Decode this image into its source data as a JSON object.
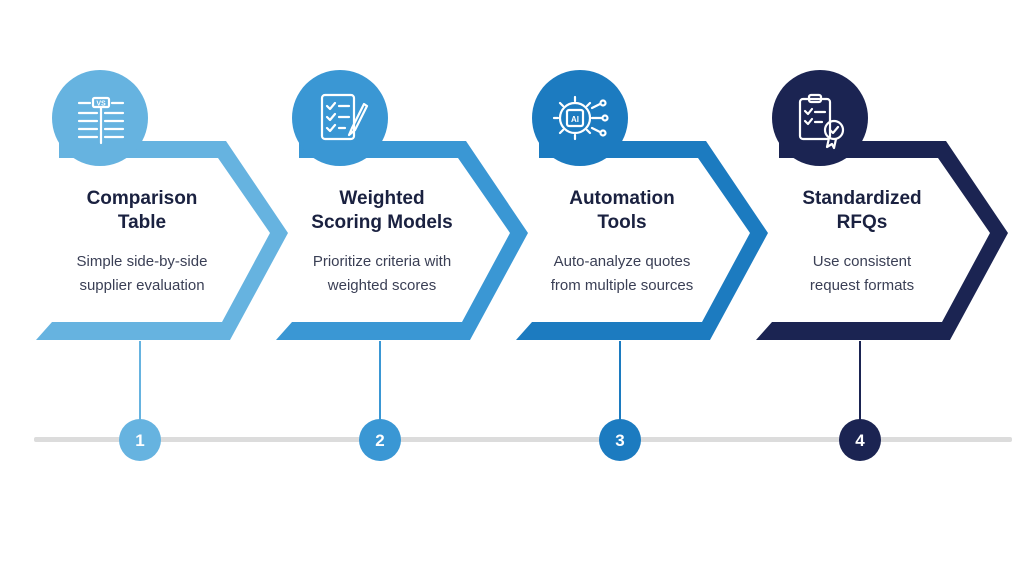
{
  "steps": [
    {
      "number": "1",
      "title": "Comparison\nTable",
      "description": "Simple side-by-side\nsupplier evaluation",
      "icon": "comparison-table-icon",
      "color": "#66b3e0",
      "iconIconText": "VS"
    },
    {
      "number": "2",
      "title": "Weighted\nScoring Models",
      "description": "Prioritize criteria with\nweighted scores",
      "icon": "scoring-checklist-icon",
      "color": "#3a97d4"
    },
    {
      "number": "3",
      "title": "Automation\nTools",
      "description": "Auto-analyze quotes\nfrom multiple sources",
      "icon": "ai-gear-icon",
      "color": "#1c7bc0",
      "iconIconText": "AI"
    },
    {
      "number": "4",
      "title": "Standardized\nRFQs",
      "description": "Use consistent\nrequest formats",
      "icon": "certified-clipboard-icon",
      "color": "#1b2452"
    }
  ],
  "timeline": {
    "line_color": "#dcdcdc"
  }
}
